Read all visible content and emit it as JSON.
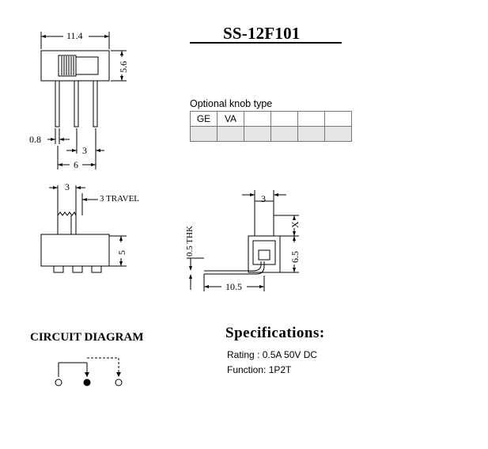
{
  "title": "SS-12F101",
  "dims": {
    "width_11_4": "11.4",
    "height_5_6": "5.6",
    "pin_0_8": "0.8",
    "pitch_3": "3",
    "span_6": "6",
    "knob_3": "3",
    "travel": "3 TRAVEL",
    "body_5": "5",
    "right_3": "3",
    "thk": "0.5 THK",
    "x_label": "X",
    "h_6_5": "6.5",
    "len_10_5": "10.5"
  },
  "knob": {
    "label": "Optional knob type",
    "cells": [
      "GE",
      "VA",
      "",
      "",
      "",
      ""
    ]
  },
  "circuit": {
    "title": "CIRCUIT DIAGRAM"
  },
  "specs": {
    "title": "Specifications:",
    "rating": "Rating : 0.5A 50V DC",
    "function": "Function: 1P2T"
  }
}
